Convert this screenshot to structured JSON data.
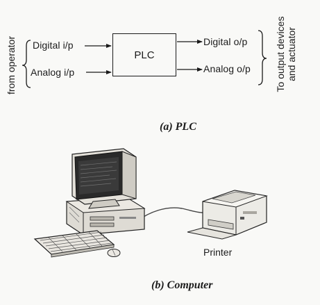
{
  "plc_diagram": {
    "block_label": "PLC",
    "inputs": [
      "Digital i/p",
      "Analog i/p"
    ],
    "outputs": [
      "Digital o/p",
      "Analog o/p"
    ],
    "left_side_text": "from operator",
    "right_side_text": [
      "To output devices",
      "and actuator"
    ],
    "caption": "(a) PLC"
  },
  "computer_illustration": {
    "printer_label": "Printer",
    "caption": "(b) Computer",
    "icons": [
      "monitor-icon",
      "system-unit-icon",
      "keyboard-icon",
      "mouse-icon",
      "printer-icon",
      "cable-icon"
    ]
  }
}
